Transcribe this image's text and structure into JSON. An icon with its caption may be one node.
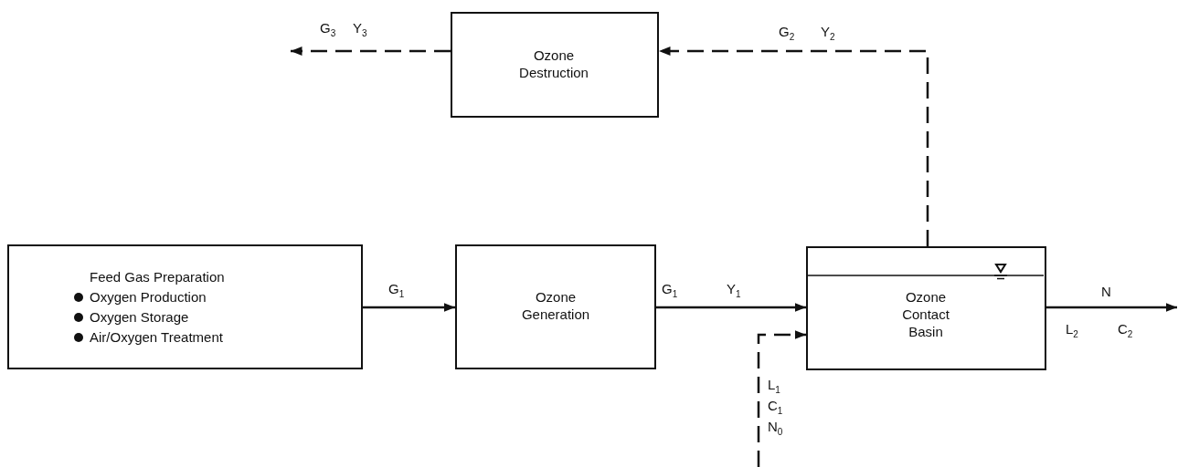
{
  "diagram": {
    "nodes": [
      {
        "text": [
          "Ozone Destruction"
        ]
      },
      {
        "text": [
          "Feed Gas Preparation",
          "Oxygen Production",
          "Oxygen Storage",
          "Air/Oxygen Treatment"
        ]
      },
      {
        "text": [
          "Ozone Generation"
        ]
      },
      {
        "text": [
          "Ozone Contact Basin"
        ]
      }
    ],
    "edges": [
      {
        "from": 3,
        "to": 0,
        "arrow": "to",
        "style": "dashed"
      },
      {
        "from": 0,
        "to": null,
        "arrow": "to",
        "style": "dashed"
      },
      {
        "from": 1,
        "to": 2,
        "arrow": "to"
      },
      {
        "from": 2,
        "to": 3,
        "arrow": "to"
      },
      {
        "from": null,
        "to": 3,
        "arrow": "to",
        "style": "dashed"
      },
      {
        "from": 3,
        "to": null,
        "arrow": "to"
      }
    ],
    "labels": [
      "G$_{3}$",
      "Y$_{3}$",
      "G$_{2}$",
      "Y$_{2}$",
      "G$_{1}$",
      "G$_{1}$",
      "Y$_{1}$",
      "N",
      "L$_{2}$",
      "C$_{2}$",
      "L$_{1}$",
      "C$_{1}$",
      "N$_{0}$"
    ]
  }
}
